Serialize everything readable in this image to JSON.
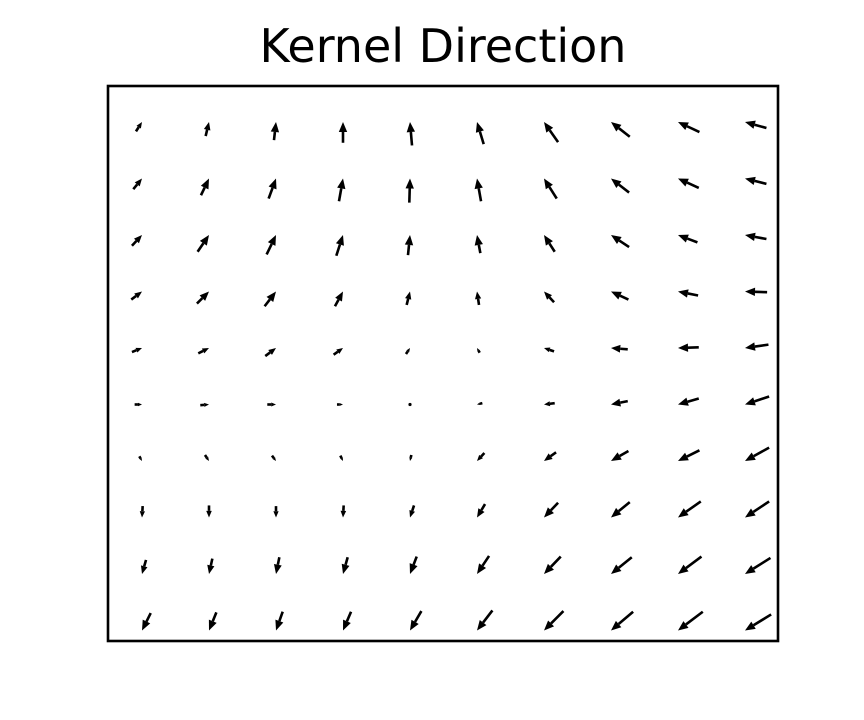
{
  "chart_data": {
    "type": "quiver",
    "title": "Kernel Direction",
    "xlabel": "",
    "ylabel": "",
    "axes_visible": false,
    "grid": false,
    "arrow_color": "#000000",
    "frame_color": "#000000",
    "x": [
      0,
      1,
      2,
      3,
      4,
      5,
      6,
      7,
      8,
      9
    ],
    "y": [
      0,
      1,
      2,
      3,
      4,
      5,
      6,
      7,
      8,
      9
    ],
    "arrows": [
      [
        [
          0.09,
          -0.14
        ],
        [
          0.05,
          -0.21
        ],
        [
          0.03,
          -0.27
        ],
        [
          0.0,
          -0.31
        ],
        [
          -0.03,
          -0.35
        ],
        [
          -0.1,
          -0.33
        ],
        [
          -0.21,
          -0.3
        ],
        [
          -0.28,
          -0.22
        ],
        [
          -0.32,
          -0.15
        ],
        [
          -0.32,
          -0.09
        ]
      ],
      [
        [
          0.13,
          -0.16
        ],
        [
          0.12,
          -0.25
        ],
        [
          0.11,
          -0.3
        ],
        [
          0.06,
          -0.34
        ],
        [
          0.01,
          -0.36
        ],
        [
          -0.06,
          -0.34
        ],
        [
          -0.19,
          -0.3
        ],
        [
          -0.27,
          -0.21
        ],
        [
          -0.31,
          -0.14
        ],
        [
          -0.32,
          -0.08
        ]
      ],
      [
        [
          0.15,
          -0.16
        ],
        [
          0.17,
          -0.25
        ],
        [
          0.14,
          -0.29
        ],
        [
          0.1,
          -0.31
        ],
        [
          0.03,
          -0.3
        ],
        [
          -0.05,
          -0.27
        ],
        [
          -0.16,
          -0.25
        ],
        [
          -0.27,
          -0.18
        ],
        [
          -0.29,
          -0.11
        ],
        [
          -0.32,
          -0.06
        ]
      ],
      [
        [
          0.16,
          -0.12
        ],
        [
          0.18,
          -0.18
        ],
        [
          0.17,
          -0.22
        ],
        [
          0.12,
          -0.22
        ],
        [
          0.05,
          -0.2
        ],
        [
          -0.03,
          -0.2
        ],
        [
          -0.15,
          -0.16
        ],
        [
          -0.26,
          -0.12
        ],
        [
          -0.3,
          -0.06
        ],
        [
          -0.33,
          -0.01
        ]
      ],
      [
        [
          0.15,
          -0.06
        ],
        [
          0.16,
          -0.08
        ],
        [
          0.16,
          -0.12
        ],
        [
          0.14,
          -0.1
        ],
        [
          0.06,
          -0.09
        ],
        [
          -0.04,
          -0.07
        ],
        [
          -0.15,
          -0.05
        ],
        [
          -0.25,
          -0.02
        ],
        [
          -0.31,
          0.01
        ],
        [
          -0.35,
          0.05
        ]
      ],
      [
        [
          0.11,
          0.0
        ],
        [
          0.13,
          -0.01
        ],
        [
          0.13,
          0.0
        ],
        [
          0.09,
          0.0
        ],
        [
          0.01,
          0.0
        ],
        [
          -0.08,
          0.02
        ],
        [
          -0.16,
          0.02
        ],
        [
          -0.25,
          0.05
        ],
        [
          -0.31,
          0.09
        ],
        [
          -0.36,
          0.12
        ]
      ],
      [
        [
          0.04,
          0.07
        ],
        [
          0.06,
          0.09
        ],
        [
          0.06,
          0.08
        ],
        [
          0.04,
          0.08
        ],
        [
          -0.02,
          0.09
        ],
        [
          -0.11,
          0.12
        ],
        [
          -0.18,
          0.13
        ],
        [
          -0.26,
          0.15
        ],
        [
          -0.32,
          0.16
        ],
        [
          -0.36,
          0.2
        ]
      ],
      [
        [
          -0.01,
          0.17
        ],
        [
          0.0,
          0.18
        ],
        [
          0.0,
          0.17
        ],
        [
          -0.01,
          0.18
        ],
        [
          -0.06,
          0.18
        ],
        [
          -0.12,
          0.2
        ],
        [
          -0.21,
          0.22
        ],
        [
          -0.28,
          0.23
        ],
        [
          -0.34,
          0.24
        ],
        [
          -0.36,
          0.24
        ]
      ],
      [
        [
          -0.06,
          0.21
        ],
        [
          -0.05,
          0.23
        ],
        [
          -0.05,
          0.25
        ],
        [
          -0.07,
          0.25
        ],
        [
          -0.1,
          0.26
        ],
        [
          -0.18,
          0.27
        ],
        [
          -0.25,
          0.26
        ],
        [
          -0.31,
          0.25
        ],
        [
          -0.35,
          0.26
        ],
        [
          -0.38,
          0.24
        ]
      ],
      [
        [
          -0.13,
          0.26
        ],
        [
          -0.11,
          0.27
        ],
        [
          -0.1,
          0.28
        ],
        [
          -0.12,
          0.28
        ],
        [
          -0.17,
          0.29
        ],
        [
          -0.23,
          0.3
        ],
        [
          -0.29,
          0.29
        ],
        [
          -0.33,
          0.28
        ],
        [
          -0.37,
          0.28
        ],
        [
          -0.39,
          0.24
        ]
      ]
    ]
  }
}
